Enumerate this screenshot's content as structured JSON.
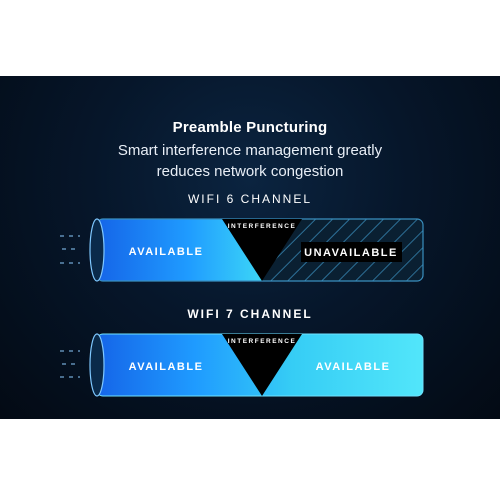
{
  "title": "Preamble Puncturing",
  "subtitle_line1": "Smart interference management greatly",
  "subtitle_line2": "reduces network congestion",
  "wifi6": {
    "label": "WIFI 6 CHANNEL",
    "left_status": "AVAILABLE",
    "interference_label": "INTERFERENCE",
    "right_status": "UNAVAILABLE"
  },
  "wifi7": {
    "label": "WIFI 7 CHANNEL",
    "left_status": "AVAILABLE",
    "interference_label": "INTERFERENCE",
    "right_status": "AVAILABLE"
  },
  "colors": {
    "background": "#06162a",
    "channel_cyan": "#3fd4f5",
    "channel_blue": "#1f8fff",
    "interference": "#000000"
  }
}
